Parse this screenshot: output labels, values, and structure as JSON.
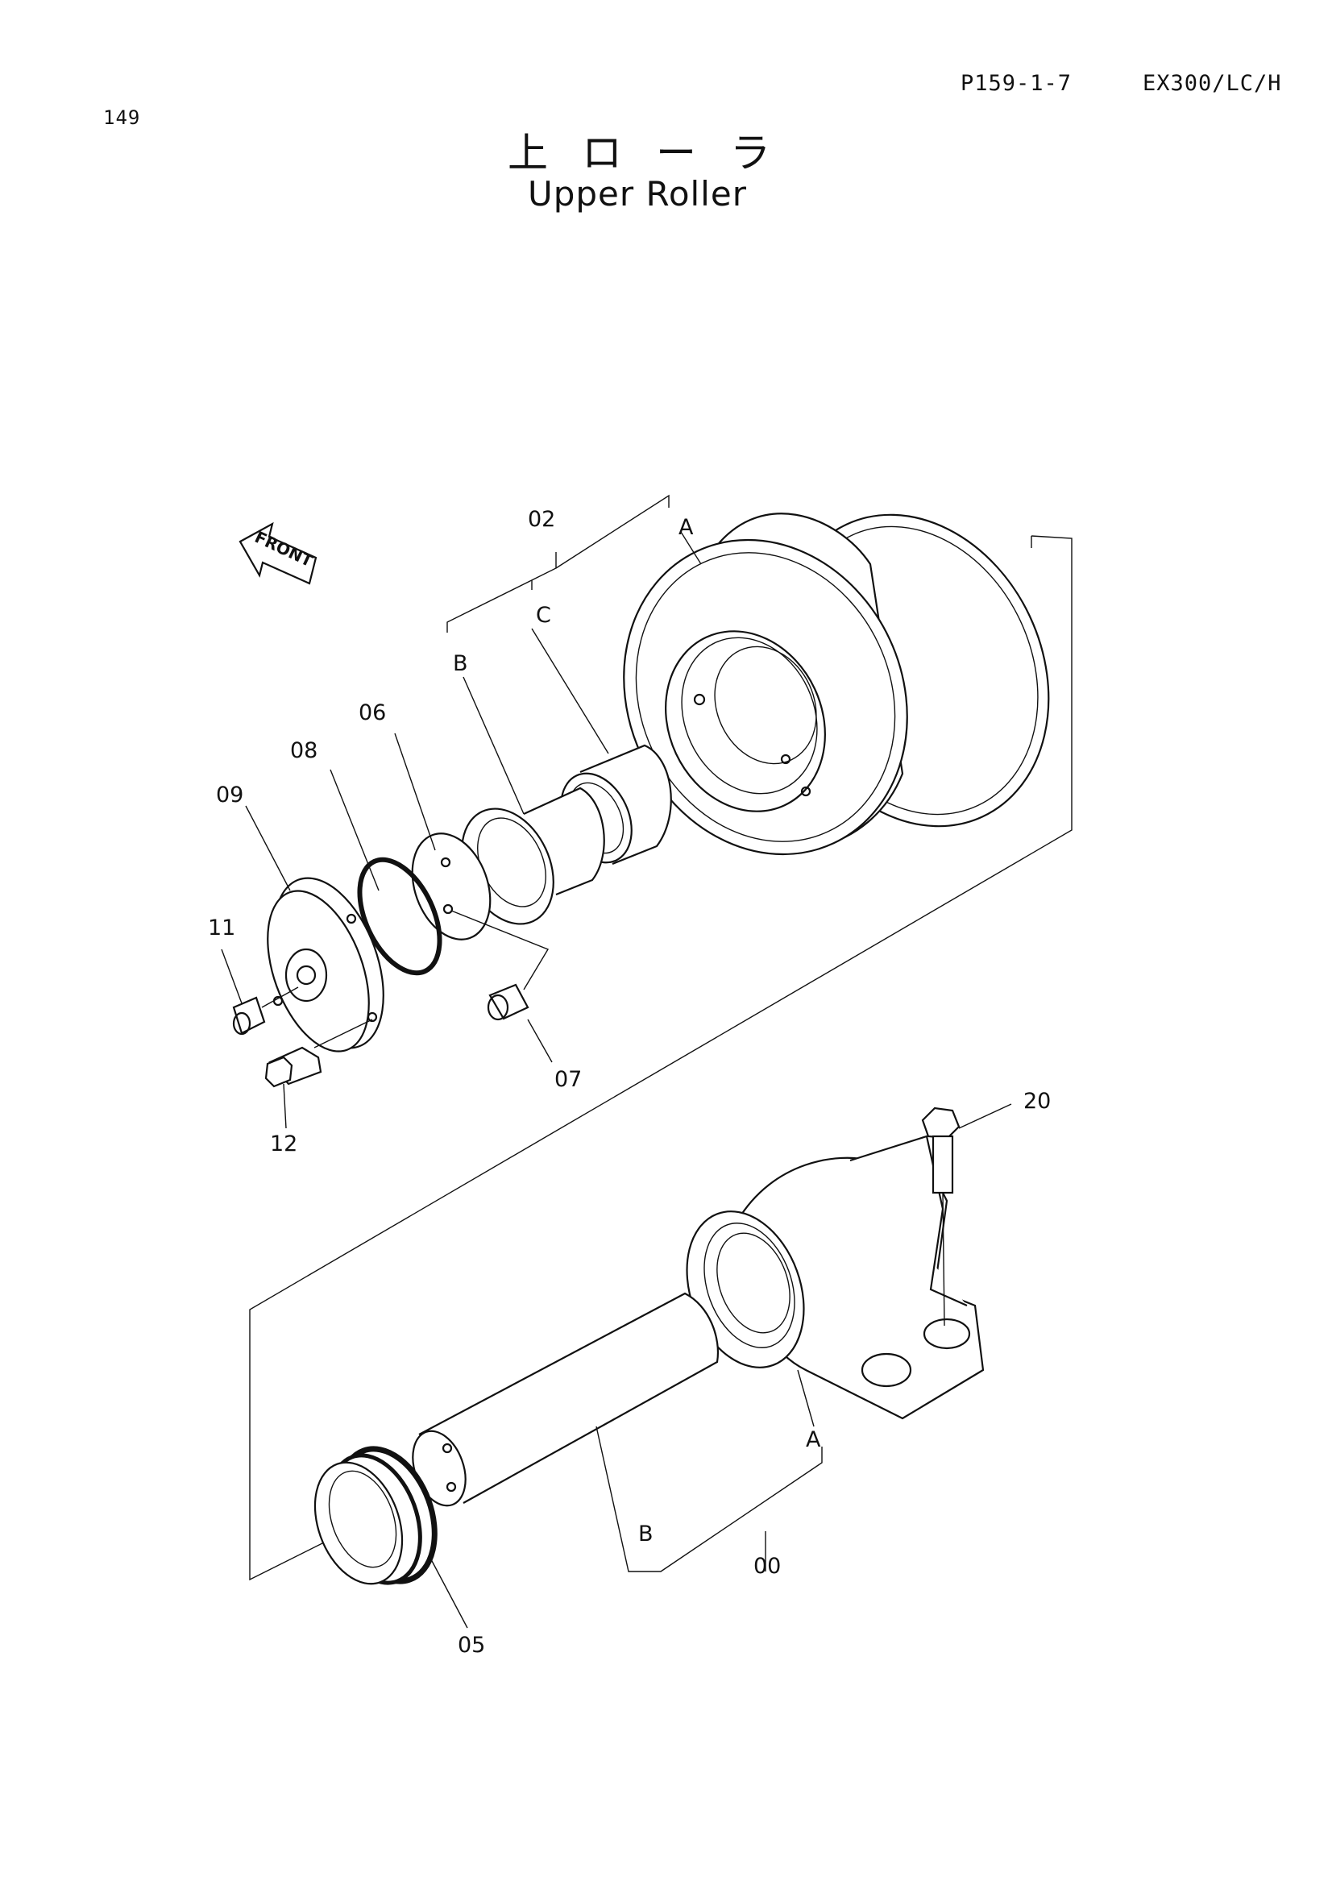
{
  "header": {
    "page_number": "149",
    "page_code": "P159-1-7",
    "model": "EX300/LC/H",
    "title_jp": "上ローラ",
    "title_en": "Upper Roller"
  },
  "front_arrow": {
    "label": "FRONT"
  },
  "callouts": {
    "c02": "02",
    "cA1": "A",
    "cC": "C",
    "cB1": "B",
    "c06": "06",
    "c08": "08",
    "c09": "09",
    "c11": "11",
    "c12": "12",
    "c07": "07",
    "c20": "20",
    "cA2": "A",
    "cB2": "B",
    "c00": "00",
    "c05": "05"
  }
}
